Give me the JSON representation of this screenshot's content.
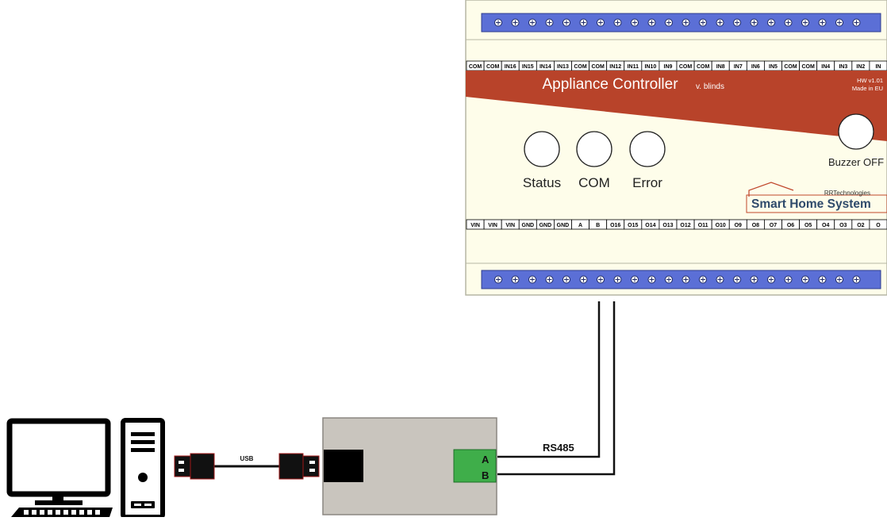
{
  "controller": {
    "title": "Appliance Controller",
    "subtitle": "v. blinds",
    "hw_version": "HW v1.01",
    "made_in": "Made in EU",
    "top_terminal_labels": [
      "COM",
      "COM",
      "IN16",
      "IN15",
      "IN14",
      "IN13",
      "COM",
      "COM",
      "IN12",
      "IN11",
      "IN10",
      "IN9",
      "COM",
      "COM",
      "IN8",
      "IN7",
      "IN6",
      "IN5",
      "COM",
      "COM",
      "IN4",
      "IN3",
      "IN2",
      "IN"
    ],
    "bottom_terminal_labels": [
      "VIN",
      "VIN",
      "VIN",
      "GND",
      "GND",
      "GND",
      "A",
      "B",
      "O16",
      "O15",
      "O14",
      "O13",
      "O12",
      "O11",
      "O10",
      "O9",
      "O8",
      "O7",
      "O6",
      "O5",
      "O4",
      "O3",
      "O2",
      "O"
    ],
    "indicators": [
      {
        "label": "Status"
      },
      {
        "label": "COM"
      },
      {
        "label": "Error"
      }
    ],
    "buzzer_label": "Buzzer OFF",
    "brand": {
      "company": "RRTechnologies",
      "product": "Smart Home System",
      "accent_color": "#c0462b"
    },
    "header_color": "#b8432a",
    "terminal_strip_color": "#5b6fd6"
  },
  "cable": {
    "usb_label": "USB",
    "rs485_label": "RS485",
    "pin_a": "A",
    "pin_b": "B"
  },
  "converter": {
    "body_color": "#c9c5be",
    "terminal_color": "#3fae4a"
  },
  "computer": {
    "icons": [
      "monitor-icon",
      "keyboard-icon",
      "pc-tower-icon"
    ]
  }
}
